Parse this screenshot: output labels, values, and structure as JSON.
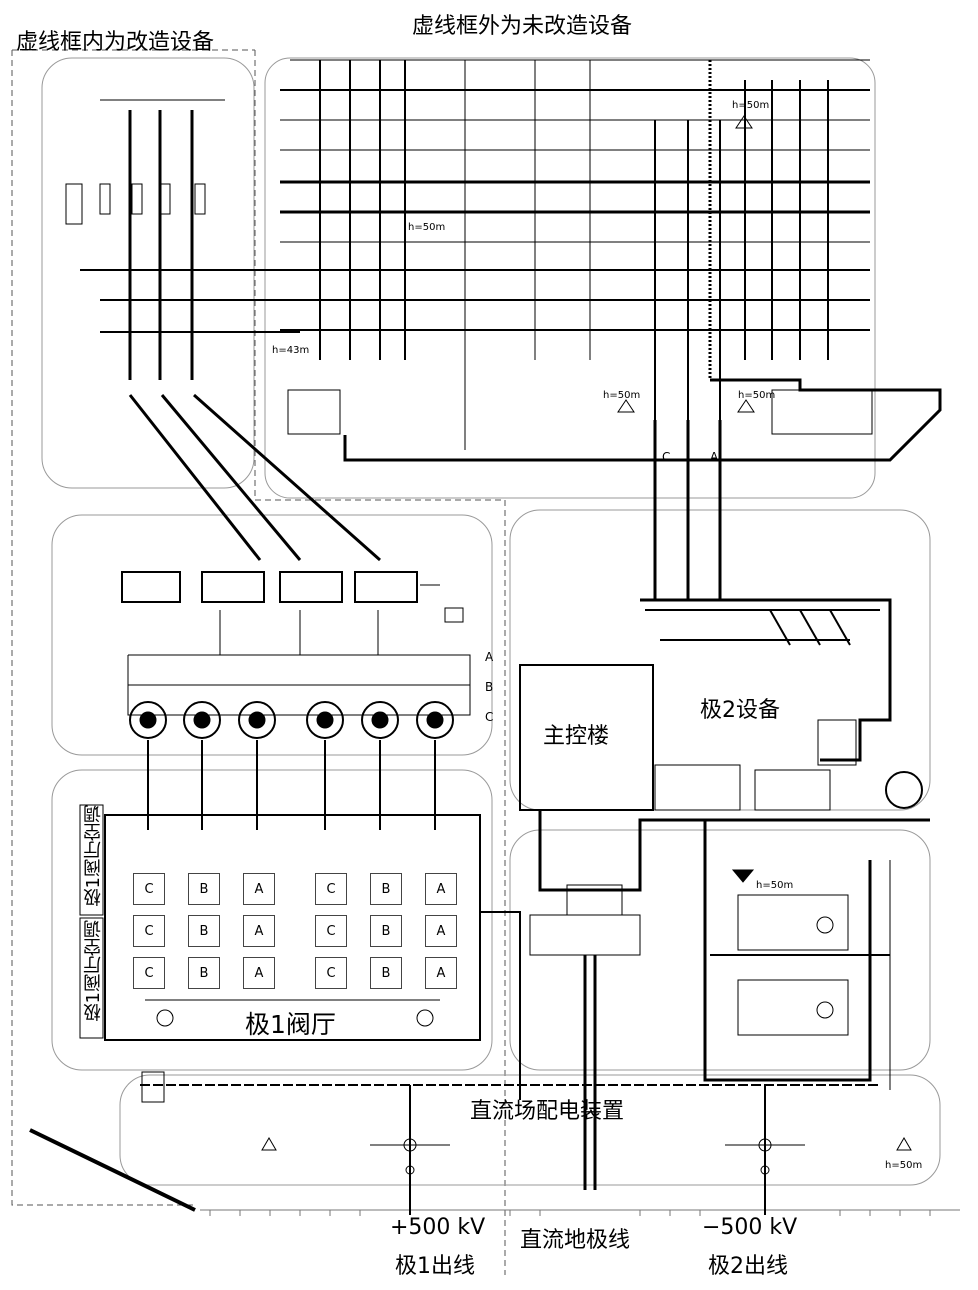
{
  "labels": {
    "inside_dashed": "虚线框内为改造设备",
    "outside_dashed": "虚线框外为未改造设备",
    "main_control": "主控楼",
    "pole2_equipment": "极2设备",
    "pole1_valve_hall": "极1阀厅",
    "valve_hall_ac_top": "极1阀厅空调",
    "valve_hall_ac_bottom": "极1阀厅空调",
    "dc_yard": "直流场配电装置",
    "pos_voltage": "+500 kV",
    "pole1_out": "极1出线",
    "dc_electrode": "直流地极线",
    "neg_voltage": "−500 kV",
    "pole2_out": "极2出线"
  },
  "height_marks": {
    "h1": "h=50m",
    "h2": "h=50m",
    "h3": "h=43m",
    "h4": "h=50m",
    "h5": "h=50m",
    "h6": "h=50m",
    "h7": "h=50m"
  },
  "phase_labels": {
    "c1": "C",
    "b1": "B",
    "a1": "A",
    "c2": "C",
    "b2": "B",
    "a2": "A",
    "c3": "C",
    "a3": "A"
  },
  "valve_grid": [
    [
      "C",
      "B",
      "A",
      "C",
      "B",
      "A"
    ],
    [
      "C",
      "B",
      "A",
      "C",
      "B",
      "A"
    ],
    [
      "C",
      "B",
      "A",
      "C",
      "B",
      "A"
    ]
  ],
  "colors": {
    "line": "#000000",
    "dash": "#555555"
  }
}
